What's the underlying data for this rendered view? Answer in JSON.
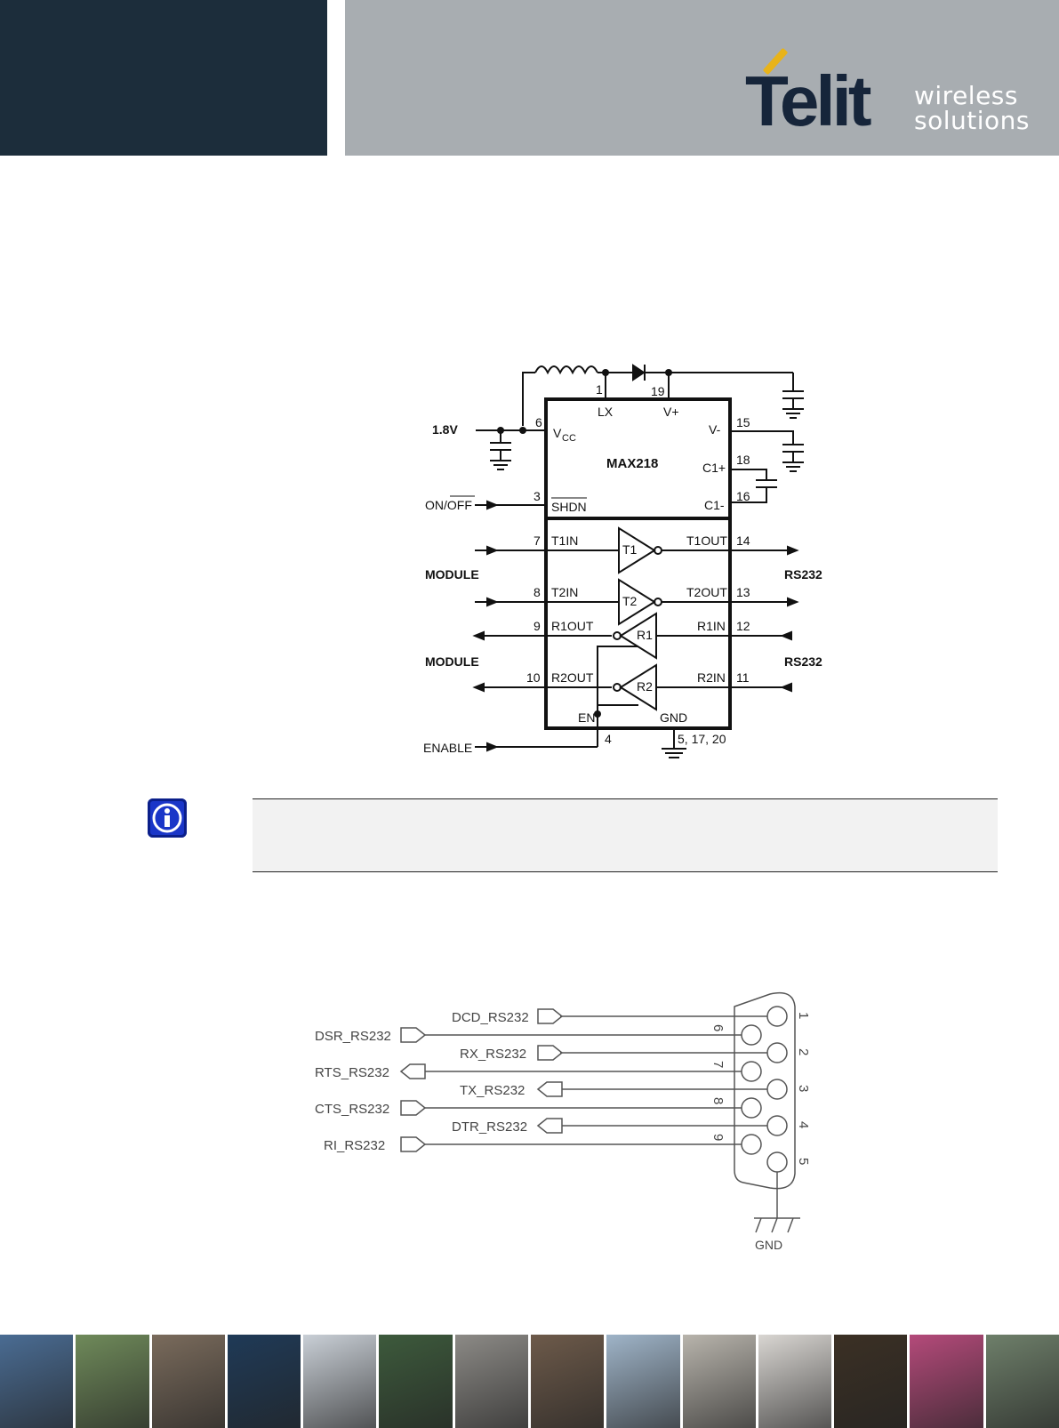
{
  "header": {
    "logo_main": "Telit",
    "logo_line1": "wireless",
    "logo_line2": "solutions"
  },
  "figure1": {
    "chip": "MAX218",
    "supply": "1.8V",
    "on_off": "ON/OFF",
    "module_top": "MODULE",
    "module_bottom": "MODULE",
    "rs232_top": "RS232",
    "rs232_bottom": "RS232",
    "enable": "ENABLE",
    "pins": {
      "p1": "1",
      "lx": "LX",
      "p19": "19",
      "vplus": "V+",
      "p6": "6",
      "vcc": "V",
      "vcc_sub": "CC",
      "p15": "15",
      "vminus": "V-",
      "p18": "18",
      "c1p": "C1+",
      "p16": "16",
      "c1m": "C1-",
      "p3": "3",
      "shdn": "SHDN",
      "p7": "7",
      "t1in": "T1IN",
      "t1": "T1",
      "t1out": "T1OUT",
      "p14": "14",
      "p8": "8",
      "t2in": "T2IN",
      "t2": "T2",
      "t2out": "T2OUT",
      "p13": "13",
      "p9": "9",
      "r1out": "R1OUT",
      "r1": "R1",
      "r1in": "R1IN",
      "p12": "12",
      "p10": "10",
      "r2out": "R2OUT",
      "r2": "R2",
      "r2in": "R2IN",
      "p11": "11",
      "en": "EN",
      "gnd": "GND",
      "p4": "4",
      "gnd_pins": "5, 17, 20"
    }
  },
  "figure2": {
    "signals": {
      "dcd": "DCD_RS232",
      "dsr": "DSR_RS232",
      "rx": "RX_RS232",
      "rts": "RTS_RS232",
      "tx": "TX_RS232",
      "cts": "CTS_RS232",
      "dtr": "DTR_RS232",
      "ri": "RI_RS232"
    },
    "pin_numbers": [
      "1",
      "2",
      "3",
      "4",
      "5",
      "6",
      "7",
      "8",
      "9"
    ],
    "gnd": "GND"
  },
  "footer": {
    "tile_count": 14,
    "tile_colors": [
      "#4a6c93",
      "#6f8a5a",
      "#7a6b5c",
      "#1f3a57",
      "#c9cfd6",
      "#3d5a3c",
      "#8c8a86",
      "#6d5a4a",
      "#9fb4c8",
      "#b8b4ac",
      "#d9d6d2",
      "#3b3024",
      "#b44a7a",
      "#6e7f6a"
    ]
  }
}
